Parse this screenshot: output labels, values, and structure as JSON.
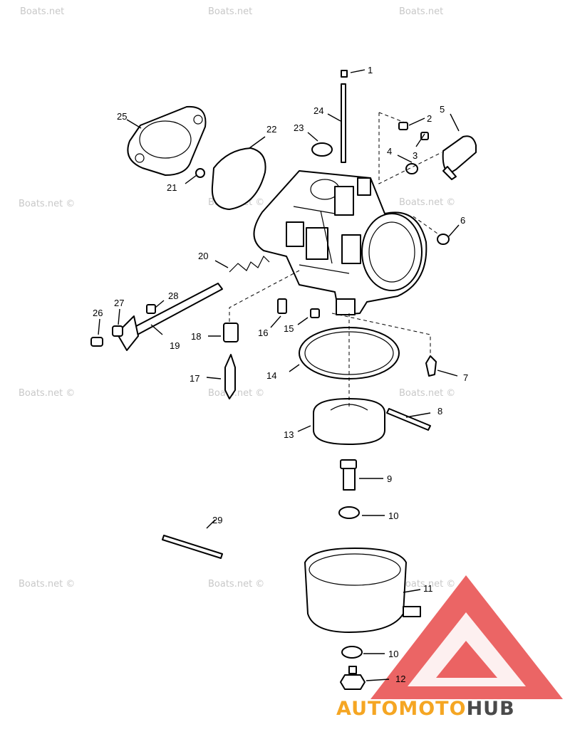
{
  "watermarks": [
    {
      "id": "wm1",
      "text": "Boats.net"
    },
    {
      "id": "wm2",
      "text": "Boats.net"
    },
    {
      "id": "wm3",
      "text": "Boats.net"
    },
    {
      "id": "wm4",
      "text": "Boats.net ©"
    },
    {
      "id": "wm5",
      "text": "Boats.net ©"
    },
    {
      "id": "wm6",
      "text": "Boats.net ©"
    },
    {
      "id": "wm7",
      "text": "Boats.net ©"
    },
    {
      "id": "wm8",
      "text": "Boats.net ©"
    },
    {
      "id": "wm9",
      "text": "Boats.net ©"
    },
    {
      "id": "wm10",
      "text": "Boats.net ©"
    },
    {
      "id": "wm11",
      "text": "Boats.net ©"
    },
    {
      "id": "wm12",
      "text": "Boats.net ©"
    }
  ],
  "callouts": {
    "c1": "1",
    "c2": "2",
    "c3": "3",
    "c4": "4",
    "c5": "5",
    "c6": "6",
    "c7": "7",
    "c8": "8",
    "c9": "9",
    "c10a": "10",
    "c10b": "10",
    "c11": "11",
    "c12": "12",
    "c13": "13",
    "c14": "14",
    "c15": "15",
    "c16": "16",
    "c17": "17",
    "c18": "18",
    "c19": "19",
    "c20": "20",
    "c21": "21",
    "c22": "22",
    "c23": "23",
    "c24": "24",
    "c25": "25",
    "c26": "26",
    "c27": "27",
    "c28": "28",
    "c29": "29"
  },
  "logo": {
    "part1": "AUTOMOTO",
    "part2": "HUB",
    "color_part1": "#F5A623",
    "color_part2": "#4A4A4A",
    "triangle_color": "#E84A4A"
  }
}
